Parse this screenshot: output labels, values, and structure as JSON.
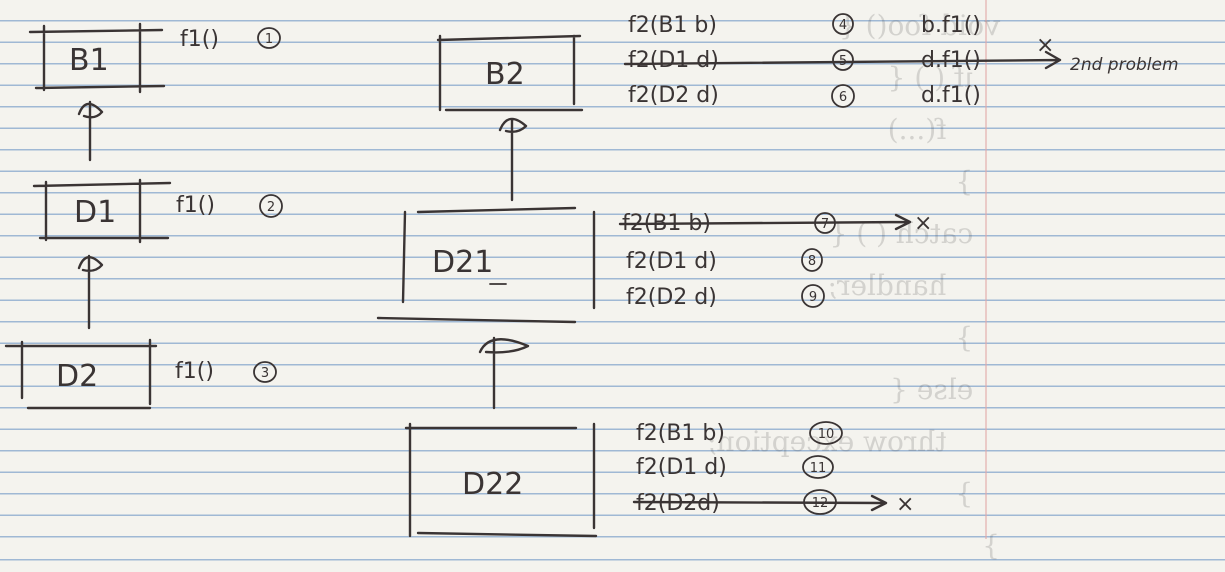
{
  "boxes": {
    "b1": "B1",
    "d1": "D1",
    "d2": "D2",
    "b2": "B2",
    "d21": "D21",
    "d22": "D22"
  },
  "left_methods": [
    {
      "sig": "f1()",
      "num": "1"
    },
    {
      "sig": "f1()",
      "num": "2"
    },
    {
      "sig": "f1()",
      "num": "3"
    }
  ],
  "b2_methods": [
    {
      "sig": "f2(B1 b)",
      "num": "4",
      "call": "b.f1()"
    },
    {
      "sig": "f2(D1 d)",
      "num": "5",
      "call": "d.f1()"
    },
    {
      "sig": "f2(D2 d)",
      "num": "6",
      "call": "d.f1()"
    }
  ],
  "d21_methods": [
    {
      "sig": "f2(B1 b)",
      "num": "7"
    },
    {
      "sig": "f2(D1 d)",
      "num": "8"
    },
    {
      "sig": "f2(D2 d)",
      "num": "9"
    }
  ],
  "d22_methods": [
    {
      "sig": "f2(B1 b)",
      "num": "10"
    },
    {
      "sig": "f2(D1 d)",
      "num": "11"
    },
    {
      "sig": "f2(D2d)",
      "num": "12"
    }
  ],
  "marks": {
    "problem_note": "2nd problem",
    "x_mark": "×"
  },
  "bleed_through": "void foo() {\n   if ( ) {\n      f(...)\n   }\n   catch ( ) {\n      handler;\n   }\n   else {\n      throw exception;\n   }\n}"
}
